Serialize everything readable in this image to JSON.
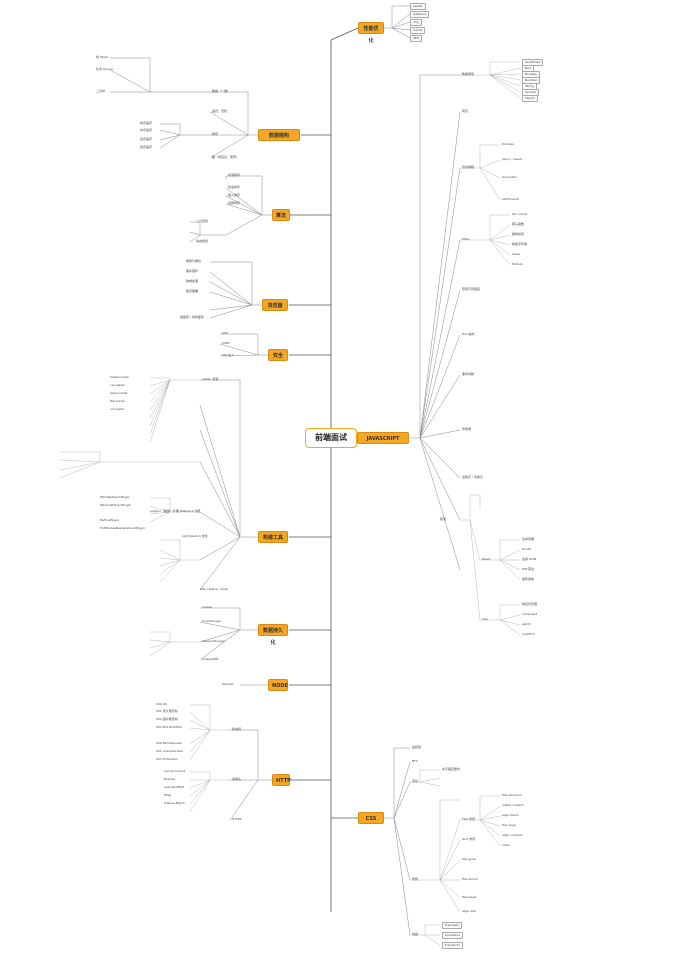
{
  "root": {
    "label": "前端面试"
  },
  "branches": {
    "data_structure": "数据结构",
    "algorithm": "算法",
    "browser": "浏览器",
    "security": "安全",
    "build_tools": "构建工具",
    "persistence": "数据持久化",
    "node": "NODE",
    "http": "HTTP",
    "javascript": "JAVASCRIPT",
    "css": "CSS",
    "perf": "性能优化"
  },
  "leaves": {
    "perf": [
      "assets",
      "webpack",
      "img",
      "Cache",
      "SEO"
    ],
    "ds_group": "数组（一维）",
    "ds_search": "遍历、查找",
    "ds_sort": "排序",
    "ds_stack": "栈 Stack",
    "ds_queue": "队列 Queue",
    "ds_tree": "二叉树",
    "ds_tree_items": [
      "前序遍历",
      "中序遍历",
      "后序遍历",
      "层序遍历"
    ],
    "ds_graph": "图（邻接表、矩阵）",
    "algo_items": [
      "冒泡排序",
      "快速排序",
      "插入排序",
      "选择排序"
    ],
    "algo_search": "二分查找",
    "algo_dp": "动态规划",
    "browser_items": [
      "重排与重绘",
      "事件循环",
      "跨域处理",
      "缓存策略"
    ],
    "browser_cache": "强缓存 / 协商缓存",
    "security_items": [
      "XSS",
      "CSRF",
      "SQL注入"
    ],
    "build_loader": "loader 配置",
    "build_plugin": "plugins（插件）扩展 Webpack 功能",
    "build_optimize": "optimization 优化",
    "build_items": [
      "babel-loader",
      "css-loader",
      "style-loader",
      "file-loader",
      "url-loader"
    ],
    "build_plugins": [
      "HtmlWebpackPlugin",
      "MiniCssExtractPlugin",
      "DefinePlugin",
      "HotModuleReplacementPlugin"
    ],
    "build_vite": "Vite / Rollup / Gulp",
    "persist_items": [
      "cookie",
      "localStorage",
      "sessionStorage",
      "IndexedDB"
    ],
    "node_items": [
      "Express"
    ],
    "http_status": "状态码",
    "http_items": [
      "200 OK",
      "301 永久重定向",
      "302 临时重定向",
      "304 Not Modified",
      "400 Bad Request",
      "401 Unauthorized",
      "403 Forbidden",
      "404 Not Found",
      "500 Internal Server Error"
    ],
    "http_headers": "请求头",
    "http_header_items": [
      "Cache-Control",
      "Expires",
      "Last-Modified",
      "ETag",
      "If-None-Match"
    ],
    "http_https": "HTTPS",
    "js_types": "数据类型",
    "js_type_items": [
      "Undefined",
      "Null",
      "Boolean",
      "Number",
      "String",
      "Symbol",
      "Object"
    ],
    "js_closure": "闭包",
    "js_proto": "原型与原型链",
    "js_this": "this 指向",
    "js_async": "异步编程",
    "js_async_items": [
      "Promise",
      "async / await",
      "Generator",
      "setTimeout"
    ],
    "js_event": "事件机制",
    "js_scope": "作用域",
    "js_es6": "ES6+",
    "js_es6_items": [
      "let / const",
      "箭头函数",
      "解构赋值",
      "模板字符串",
      "Class",
      "Module"
    ],
    "js_deep": "深拷贝 / 浅拷贝",
    "js_framework": "框架",
    "js_react": "React",
    "js_react_items": [
      "生命周期",
      "Hooks",
      "虚拟 DOM",
      "Diff 算法",
      "组件通信"
    ],
    "js_vue": "Vue",
    "js_vue_items": [
      "响应式原理",
      "computed",
      "watch",
      "nextTick"
    ],
    "css_box": "盒模型",
    "css_layout": "布局",
    "css_flex": "Flex 布局",
    "css_flex_items": [
      "flex-direction",
      "justify-content",
      "align-items",
      "flex-wrap",
      "align-content",
      "order",
      "flex-grow",
      "flex-shrink",
      "flex-basis",
      "align-self"
    ],
    "css_grid": "Grid 布局",
    "css_bfc": "BFC",
    "css_position": "定位",
    "css_center": "水平垂直居中",
    "css_anim": "动画",
    "css_anim_items": [
      "transition",
      "animation",
      "transform"
    ]
  }
}
